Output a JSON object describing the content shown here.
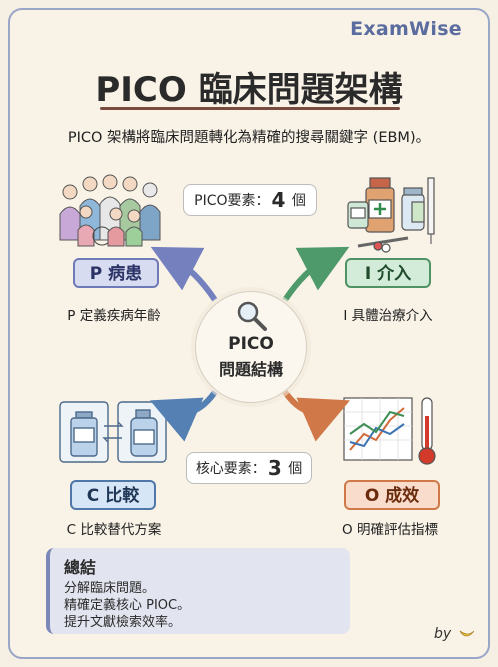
{
  "brand": "ExamWise",
  "title": "PICO 臨床問題架構",
  "subtitle": "PICO 架構將臨床問題轉化為精確的搜尋關鍵字 (EBM)。",
  "pill_top": {
    "label": "PICO要素：",
    "value": "4",
    "unit": "個"
  },
  "pill_bottom": {
    "label": "核心要素：",
    "value": "3",
    "unit": "個"
  },
  "center": {
    "line1": "PICO",
    "line2": "問題結構"
  },
  "quadrants": {
    "p": {
      "tag": "P 病患",
      "caption": "P 定義疾病年齡",
      "icon": "patients-group-icon",
      "color": "#6f7bb8"
    },
    "i": {
      "tag": "I 介入",
      "caption": "I 具體治療介入",
      "icon": "medicine-bottles-icon",
      "color": "#4f9265"
    },
    "c": {
      "tag": "C 比較",
      "caption": "C 比較替代方案",
      "icon": "compare-bottles-icon",
      "color": "#4f77a8"
    },
    "o": {
      "tag": "O 成效",
      "caption": "O 明確評估指標",
      "icon": "chart-thermometer-icon",
      "color": "#d07848"
    }
  },
  "summary": {
    "heading": "總結",
    "lines": [
      "分解臨床問題。",
      "精確定義核心 PIOC。",
      "提升文獻檢索效率。"
    ]
  },
  "footer": {
    "by": "by"
  }
}
